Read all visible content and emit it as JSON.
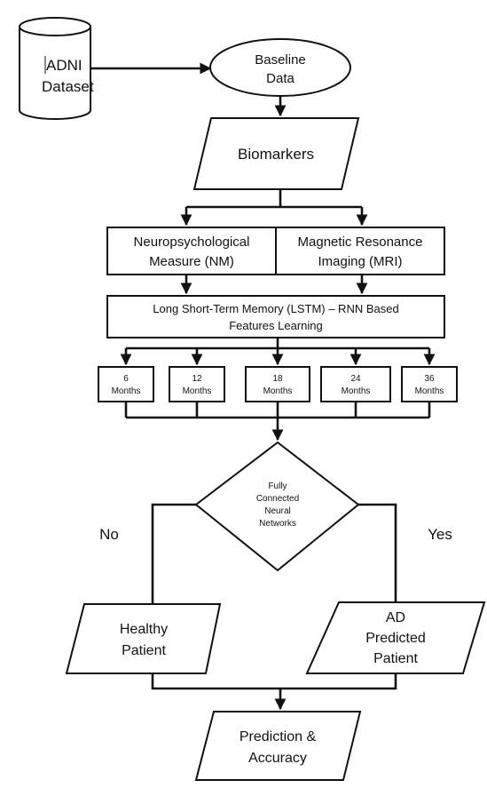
{
  "diagram": {
    "dataset": [
      "ADNI",
      "Dataset"
    ],
    "baseline": [
      "Baseline",
      "Data"
    ],
    "biomarkers": "Biomarkers",
    "nm": [
      "Neuropsychological",
      "Measure (NM)"
    ],
    "mri": [
      "Magnetic Resonance",
      "Imaging (MRI)"
    ],
    "lstm": [
      "Long Short-Term Memory (LSTM) – RNN Based",
      "Features Learning"
    ],
    "months": [
      [
        "6",
        "Months"
      ],
      [
        "12",
        "Months"
      ],
      [
        "18",
        "Months"
      ],
      [
        "24",
        "Months"
      ],
      [
        "36",
        "Months"
      ]
    ],
    "fcnn": [
      "Fully",
      "Connected",
      "Neural",
      "Networks"
    ],
    "no": "No",
    "yes": "Yes",
    "healthy": [
      "Healthy",
      "Patient"
    ],
    "ad": [
      "AD",
      "Predicted",
      "Patient"
    ],
    "prediction": [
      "Prediction &",
      "Accuracy"
    ]
  }
}
